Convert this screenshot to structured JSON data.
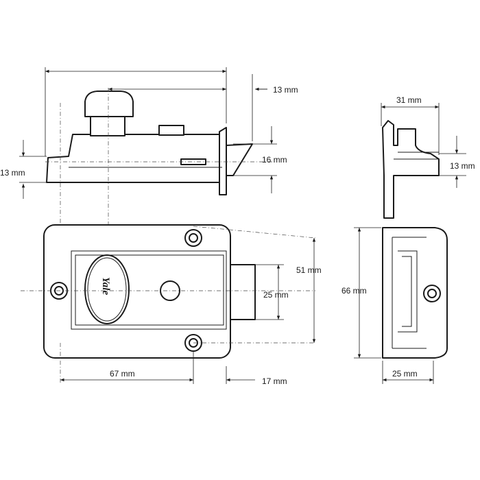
{
  "dimensions": {
    "width_side_overall": "13 mm",
    "side_thickness": "13 mm",
    "bolt_height_side": "16 mm",
    "end_width": "31 mm",
    "end_height": "13 mm",
    "case_height": "51 mm",
    "bolt_height_front": "25 mm",
    "case_width": "67 mm",
    "bolt_projection": "17 mm",
    "staple_height": "66 mm",
    "staple_width": "25 mm"
  },
  "brand_mark": "Yale",
  "colors": {
    "line": "#1a1a1a",
    "background": "#ffffff"
  }
}
